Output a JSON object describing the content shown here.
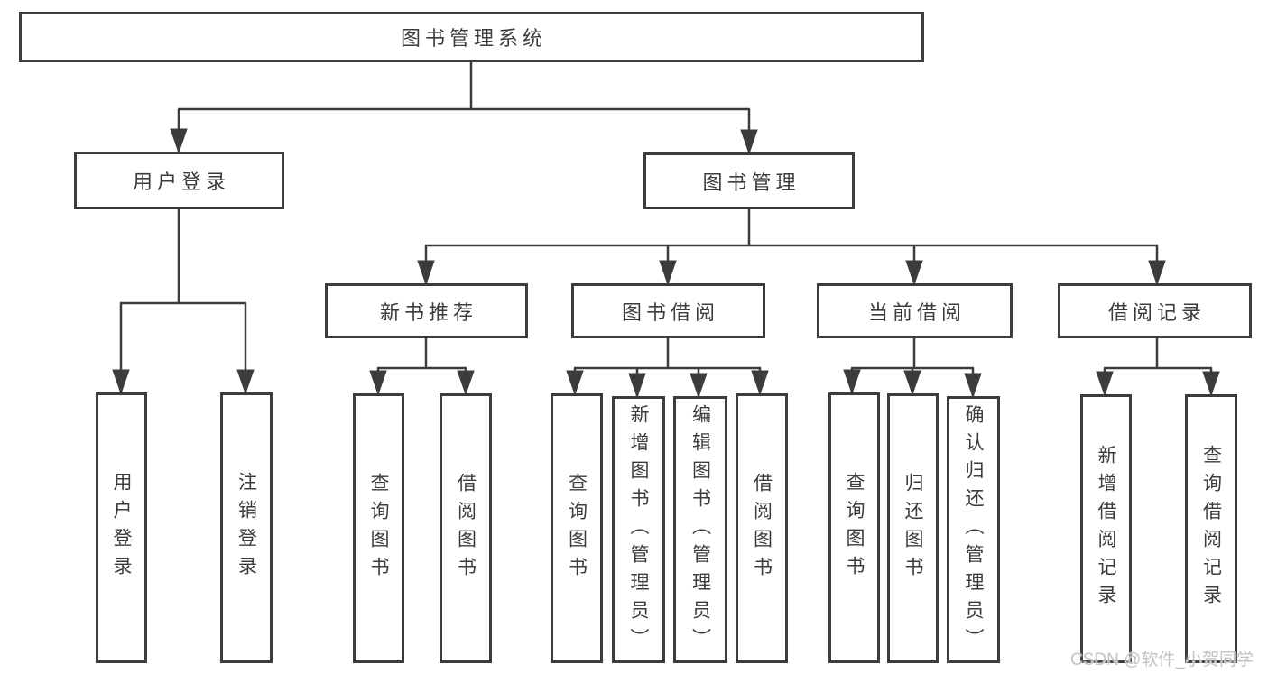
{
  "tree": {
    "label": "图书管理系统",
    "children": [
      {
        "label": "用户登录",
        "children": [
          {
            "label": "用户登录"
          },
          {
            "label": "注销登录"
          }
        ]
      },
      {
        "label": "图书管理",
        "children": [
          {
            "label": "新书推荐",
            "children": [
              {
                "label": "查询图书"
              },
              {
                "label": "借阅图书"
              }
            ]
          },
          {
            "label": "图书借阅",
            "children": [
              {
                "label": "查询图书"
              },
              {
                "label": "新增图书（管理员）"
              },
              {
                "label": "编辑图书（管理员）"
              },
              {
                "label": "借阅图书"
              }
            ]
          },
          {
            "label": "当前借阅",
            "children": [
              {
                "label": "查询图书"
              },
              {
                "label": "归还图书"
              },
              {
                "label": "确认归还（管理员）"
              }
            ]
          },
          {
            "label": "借阅记录",
            "children": [
              {
                "label": "新增借阅记录"
              },
              {
                "label": "查询借阅记录"
              }
            ]
          }
        ]
      }
    ]
  },
  "watermark": {
    "text": "CSDN @软件_小贺同学"
  },
  "colors": {
    "line": "#3c3c3c",
    "background": "#ffffff",
    "watermark": "#c6c1c6"
  }
}
